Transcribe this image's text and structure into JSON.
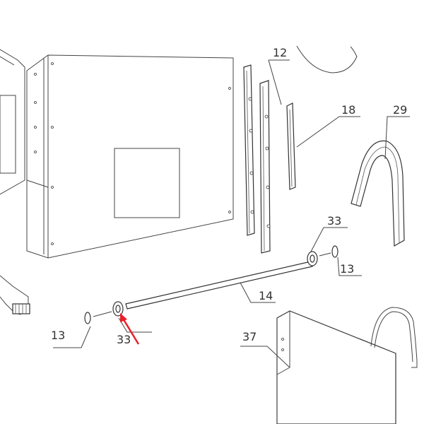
{
  "callouts": {
    "c12": "12",
    "c18": "18",
    "c29": "29",
    "c33_top": "33",
    "c13_right": "13",
    "c14": "14",
    "c13_left": "13",
    "c33_bottom": "33",
    "c37": "37"
  },
  "colors": {
    "line": "#333333",
    "highlight_arrow": "#e8202a"
  },
  "icons": {
    "highlight_arrow": "red-arrow-icon"
  }
}
